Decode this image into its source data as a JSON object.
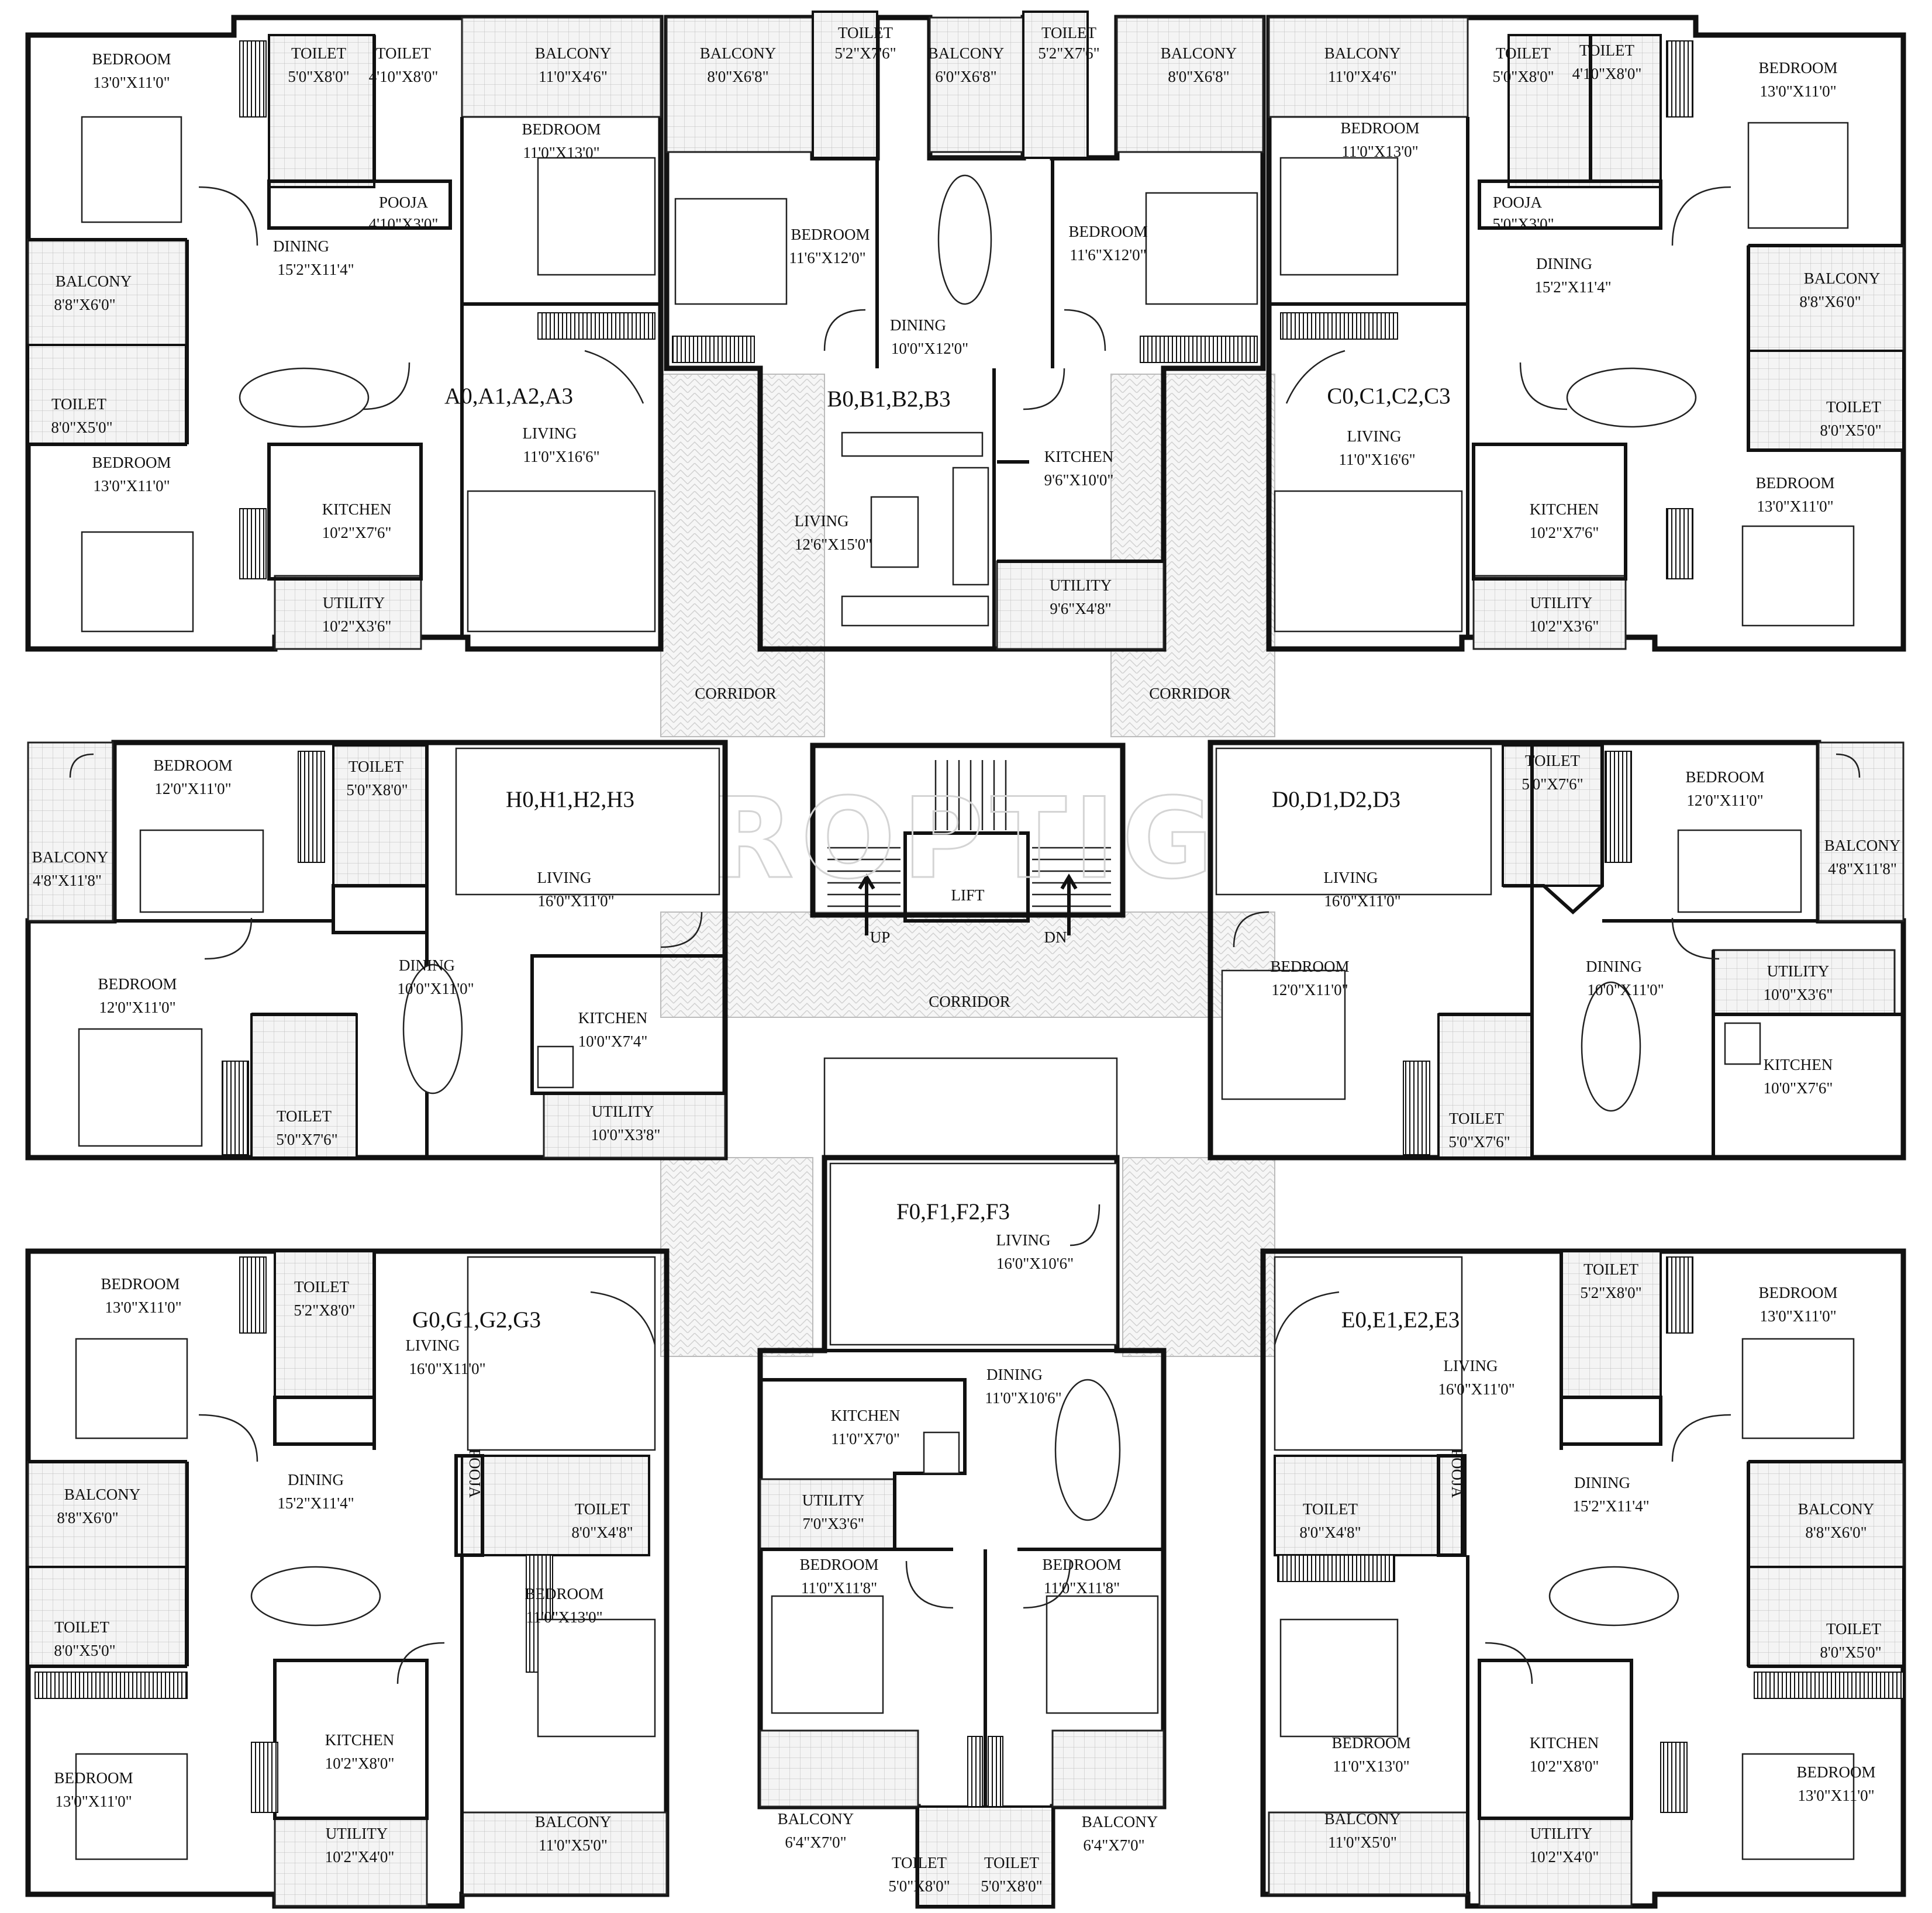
{
  "watermark": "PROPTIGER",
  "common": {
    "corridor_left": "CORRIDOR",
    "corridor_right": "CORRIDOR",
    "corridor_center": "CORRIDOR",
    "lift": "LIFT",
    "stair_up": "UP",
    "stair_down": "DN"
  },
  "units": {
    "A": {
      "title": "A0,A1,A2,A3",
      "rooms": [
        {
          "n": "BEDROOM",
          "d": "13'0\"X11'0\""
        },
        {
          "n": "TOILET",
          "d": "5'0\"X8'0\""
        },
        {
          "n": "TOILET",
          "d": "4'10\"X8'0\""
        },
        {
          "n": "BALCONY",
          "d": "11'0\"X4'6\""
        },
        {
          "n": "BEDROOM",
          "d": "11'0\"X13'0\""
        },
        {
          "n": "POOJA",
          "d": "4'10\"X3'0\""
        },
        {
          "n": "DINING",
          "d": "15'2\"X11'4\""
        },
        {
          "n": "BALCONY",
          "d": "8'8\"X6'0\""
        },
        {
          "n": "TOILET",
          "d": "8'0\"X5'0\""
        },
        {
          "n": "BEDROOM",
          "d": "13'0\"X11'0\""
        },
        {
          "n": "LIVING",
          "d": "11'0\"X16'6\""
        },
        {
          "n": "KITCHEN",
          "d": "10'2\"X7'6\""
        },
        {
          "n": "UTILITY",
          "d": "10'2\"X3'6\""
        }
      ]
    },
    "B": {
      "title": "B0,B1,B2,B3",
      "rooms": [
        {
          "n": "BALCONY",
          "d": "8'0\"X6'8\""
        },
        {
          "n": "TOILET",
          "d": "5'2\"X7'6\""
        },
        {
          "n": "BALCONY",
          "d": "6'0\"X6'8\""
        },
        {
          "n": "TOILET",
          "d": "5'2\"X7'6\""
        },
        {
          "n": "BALCONY",
          "d": "8'0\"X6'8\""
        },
        {
          "n": "BEDROOM",
          "d": "11'6\"X12'0\""
        },
        {
          "n": "BEDROOM",
          "d": "11'6\"X12'0\""
        },
        {
          "n": "DINING",
          "d": "10'0\"X12'0\""
        },
        {
          "n": "KITCHEN",
          "d": "9'6\"X10'0\""
        },
        {
          "n": "LIVING",
          "d": "12'6\"X15'0\""
        },
        {
          "n": "UTILITY",
          "d": "9'6\"X4'8\""
        }
      ]
    },
    "C": {
      "title": "C0,C1,C2,C3",
      "rooms": [
        {
          "n": "BALCONY",
          "d": "11'0\"X4'6\""
        },
        {
          "n": "TOILET",
          "d": "5'0\"X8'0\""
        },
        {
          "n": "TOILET",
          "d": "4'10\"X8'0\""
        },
        {
          "n": "BEDROOM",
          "d": "13'0\"X11'0\""
        },
        {
          "n": "BEDROOM",
          "d": "11'0\"X13'0\""
        },
        {
          "n": "POOJA",
          "d": "5'0\"X3'0\""
        },
        {
          "n": "DINING",
          "d": "15'2\"X11'4\""
        },
        {
          "n": "BALCONY",
          "d": "8'8\"X6'0\""
        },
        {
          "n": "TOILET",
          "d": "8'0\"X5'0\""
        },
        {
          "n": "LIVING",
          "d": "11'0\"X16'6\""
        },
        {
          "n": "BEDROOM",
          "d": "13'0\"X11'0\""
        },
        {
          "n": "KITCHEN",
          "d": "10'2\"X7'6\""
        },
        {
          "n": "UTILITY",
          "d": "10'2\"X3'6\""
        }
      ]
    },
    "H": {
      "title": "H0,H1,H2,H3",
      "rooms": [
        {
          "n": "BEDROOM",
          "d": "12'0\"X11'0\""
        },
        {
          "n": "TOILET",
          "d": "5'0\"X8'0\""
        },
        {
          "n": "BALCONY",
          "d": "4'8\"X11'8\""
        },
        {
          "n": "LIVING",
          "d": "16'0\"X11'0\""
        },
        {
          "n": "BEDROOM",
          "d": "12'0\"X11'0\""
        },
        {
          "n": "DINING",
          "d": "10'0\"X11'0\""
        },
        {
          "n": "KITCHEN",
          "d": "10'0\"X7'4\""
        },
        {
          "n": "TOILET",
          "d": "5'0\"X7'6\""
        },
        {
          "n": "UTILITY",
          "d": "10'0\"X3'8\""
        }
      ]
    },
    "D": {
      "title": "D0,D1,D2,D3",
      "rooms": [
        {
          "n": "TOILET",
          "d": "5'0\"X7'6\""
        },
        {
          "n": "BEDROOM",
          "d": "12'0\"X11'0\""
        },
        {
          "n": "BALCONY",
          "d": "4'8\"X11'8\""
        },
        {
          "n": "LIVING",
          "d": "16'0\"X11'0\""
        },
        {
          "n": "BEDROOM",
          "d": "12'0\"X11'0\""
        },
        {
          "n": "DINING",
          "d": "10'0\"X11'0\""
        },
        {
          "n": "UTILITY",
          "d": "10'0\"X3'6\""
        },
        {
          "n": "KITCHEN",
          "d": "10'0\"X7'6\""
        },
        {
          "n": "TOILET",
          "d": "5'0\"X7'6\""
        }
      ]
    },
    "G": {
      "title": "G0,G1,G2,G3",
      "rooms": [
        {
          "n": "BEDROOM",
          "d": "13'0\"X11'0\""
        },
        {
          "n": "TOILET",
          "d": "5'2\"X8'0\""
        },
        {
          "n": "LIVING",
          "d": "16'0\"X11'0\""
        },
        {
          "n": "DINING",
          "d": "15'2\"X11'4\""
        },
        {
          "n": "BALCONY",
          "d": "8'8\"X6'0\""
        },
        {
          "n": "TOILET",
          "d": "8'0\"X4'8\""
        },
        {
          "n": "TOILET",
          "d": "8'0\"X5'0\""
        },
        {
          "n": "BEDROOM",
          "d": "11'0\"X13'0\""
        },
        {
          "n": "KITCHEN",
          "d": "10'2\"X8'0\""
        },
        {
          "n": "BEDROOM",
          "d": "13'0\"X11'0\""
        },
        {
          "n": "UTILITY",
          "d": "10'2\"X4'0\""
        },
        {
          "n": "BALCONY",
          "d": "11'0\"X5'0\""
        }
      ],
      "pooja": "POOJA"
    },
    "F": {
      "title": "F0,F1,F2,F3",
      "rooms": [
        {
          "n": "LIVING",
          "d": "16'0\"X10'6\""
        },
        {
          "n": "DINING",
          "d": "11'0\"X10'6\""
        },
        {
          "n": "KITCHEN",
          "d": "11'0\"X7'0\""
        },
        {
          "n": "UTILITY",
          "d": "7'0\"X3'6\""
        },
        {
          "n": "BEDROOM",
          "d": "11'0\"X11'8\""
        },
        {
          "n": "BEDROOM",
          "d": "11'0\"X11'8\""
        },
        {
          "n": "BALCONY",
          "d": "6'4\"X7'0\""
        },
        {
          "n": "BALCONY",
          "d": "6'4\"X7'0\""
        },
        {
          "n": "TOILET",
          "d": "5'0\"X8'0\""
        },
        {
          "n": "TOILET",
          "d": "5'0\"X8'0\""
        }
      ]
    },
    "E": {
      "title": "E0,E1,E2,E3",
      "rooms": [
        {
          "n": "TOILET",
          "d": "5'2\"X8'0\""
        },
        {
          "n": "BEDROOM",
          "d": "13'0\"X11'0\""
        },
        {
          "n": "LIVING",
          "d": "16'0\"X11'0\""
        },
        {
          "n": "DINING",
          "d": "15'2\"X11'4\""
        },
        {
          "n": "TOILET",
          "d": "8'0\"X4'8\""
        },
        {
          "n": "BALCONY",
          "d": "8'8\"X6'0\""
        },
        {
          "n": "TOILET",
          "d": "8'0\"X5'0\""
        },
        {
          "n": "BEDROOM",
          "d": "11'0\"X13'0\""
        },
        {
          "n": "KITCHEN",
          "d": "10'2\"X8'0\""
        },
        {
          "n": "BEDROOM",
          "d": "13'0\"X11'0\""
        },
        {
          "n": "BALCONY",
          "d": "11'0\"X5'0\""
        },
        {
          "n": "UTILITY",
          "d": "10'2\"X4'0\""
        }
      ],
      "pooja": "POOJA"
    }
  }
}
